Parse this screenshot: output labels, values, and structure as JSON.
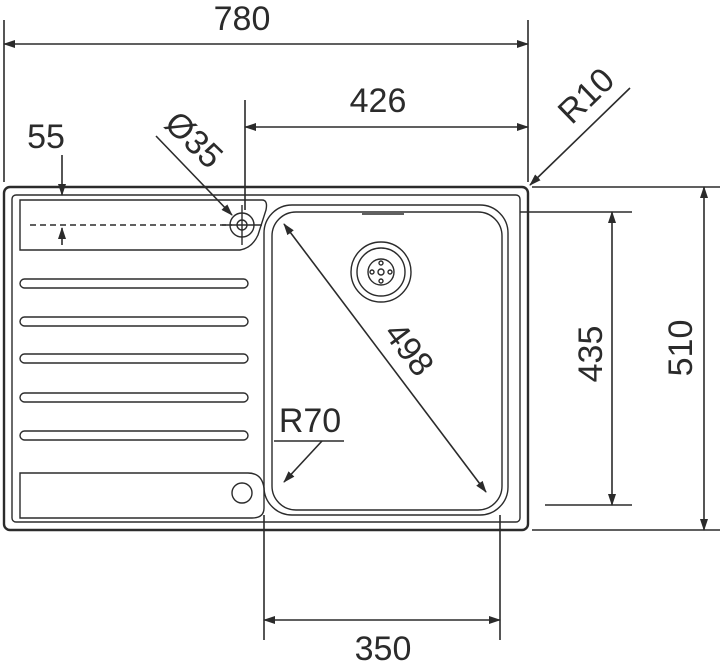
{
  "dimensions": {
    "overall_width": "780",
    "bowl_offset_width": "426",
    "corner_radius": "R10",
    "drainer_offset": "55",
    "tap_hole_diameter": "Ø35",
    "bowl_diagonal": "498",
    "bowl_radius": "R70",
    "bowl_length": "435",
    "overall_depth": "510",
    "bowl_width": "350"
  },
  "colors": {
    "line": "#2b2b2b",
    "background": "#ffffff"
  }
}
